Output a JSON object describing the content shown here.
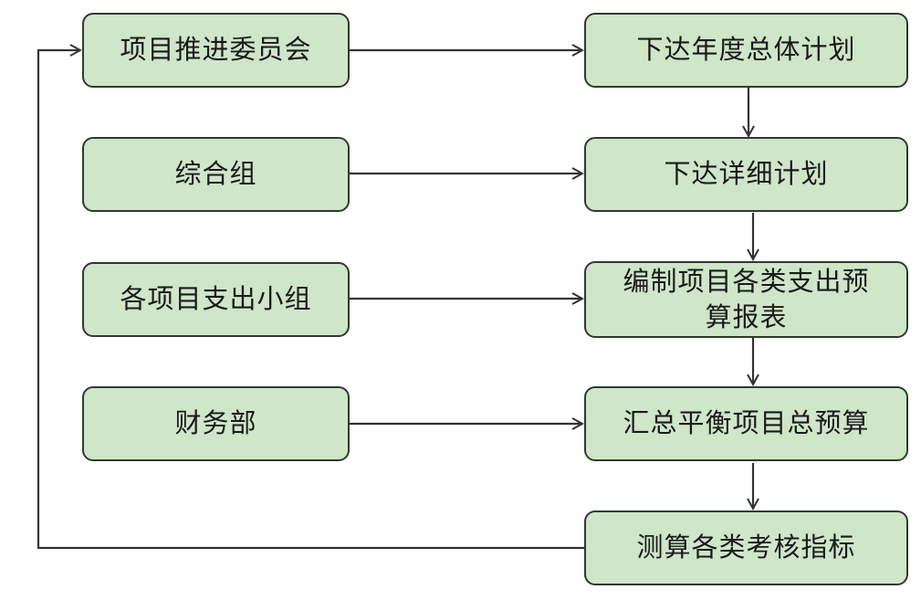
{
  "left_nodes": [
    {
      "label": "项目推进委员会"
    },
    {
      "label": "综合组"
    },
    {
      "label": "各项目支出小组"
    },
    {
      "label": "财务部"
    }
  ],
  "right_nodes": [
    {
      "label": "下达年度总体计划"
    },
    {
      "label": "下达详细计划"
    },
    {
      "label": "编制项目各类支出预\n算报表"
    },
    {
      "label": "汇总平衡项目总预算"
    },
    {
      "label": "测算各类考核指标"
    }
  ],
  "colors": {
    "box_fill": "#cfe6c9",
    "box_border": "#2f3a2f",
    "arrow": "#333333"
  }
}
